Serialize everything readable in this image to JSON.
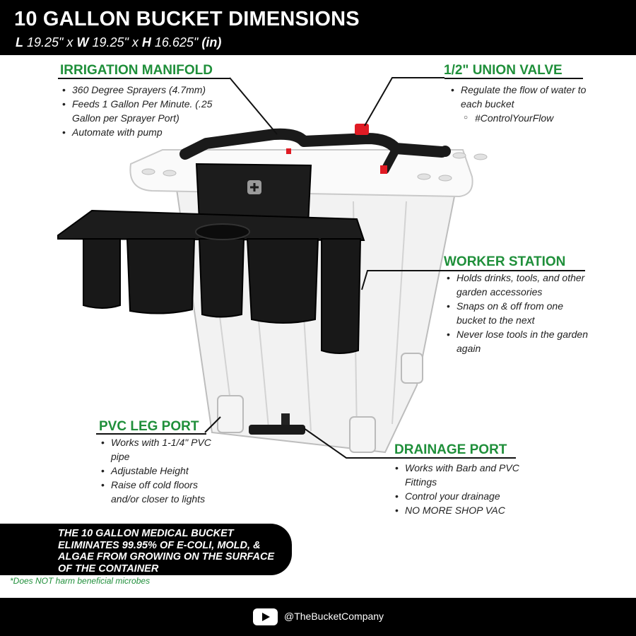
{
  "header": {
    "title": "10 GALLON BUCKET DIMENSIONS",
    "dims": {
      "l_label": "L",
      "l_value": " 19.25\" x ",
      "w_label": "W",
      "w_value": " 19.25\" x ",
      "h_label": "H",
      "h_value": " 16.625\" ",
      "unit": "(in)"
    }
  },
  "callouts": {
    "irrigation": {
      "title": "IRRIGATION MANIFOLD",
      "items": [
        "360 Degree Sprayers (4.7mm)",
        "Feeds 1 Gallon Per Minute. (.25 Gallon per Sprayer Port)",
        "Automate with pump"
      ]
    },
    "valve": {
      "title": "1/2\" UNION VALVE",
      "items": [
        "Regulate the flow of water to each bucket"
      ],
      "subitem": "#ControlYourFlow"
    },
    "worker": {
      "title": "WORKER STATION",
      "items": [
        "Holds drinks, tools, and other garden accessories",
        "Snaps on & off from one bucket to the next",
        "Never lose tools in the garden again"
      ]
    },
    "pvc": {
      "title": "PVC LEG PORT",
      "items": [
        "Works with 1-1/4\" PVC pipe",
        "Adjustable Height",
        "Raise off cold floors and/or closer to lights"
      ]
    },
    "drainage": {
      "title": "DRAINAGE PORT",
      "items": [
        "Works with Barb and PVC Fittings",
        "Control your drainage",
        "NO MORE SHOP VAC"
      ]
    }
  },
  "banner": {
    "text": "THE 10 GALLON MEDICAL BUCKET ELIMINATES 99.95% OF E-COLI, MOLD, & ALGAE FROM GROWING ON THE SURFACE OF THE CONTAINER",
    "footnote": "*Does NOT harm beneficial microbes"
  },
  "footer": {
    "handle": "@TheBucketCompany"
  },
  "colors": {
    "accent_green": "#1f8f3a",
    "bar_black": "#000000",
    "bucket_white": "#f4f4f4",
    "valve_red": "#e01b24"
  }
}
